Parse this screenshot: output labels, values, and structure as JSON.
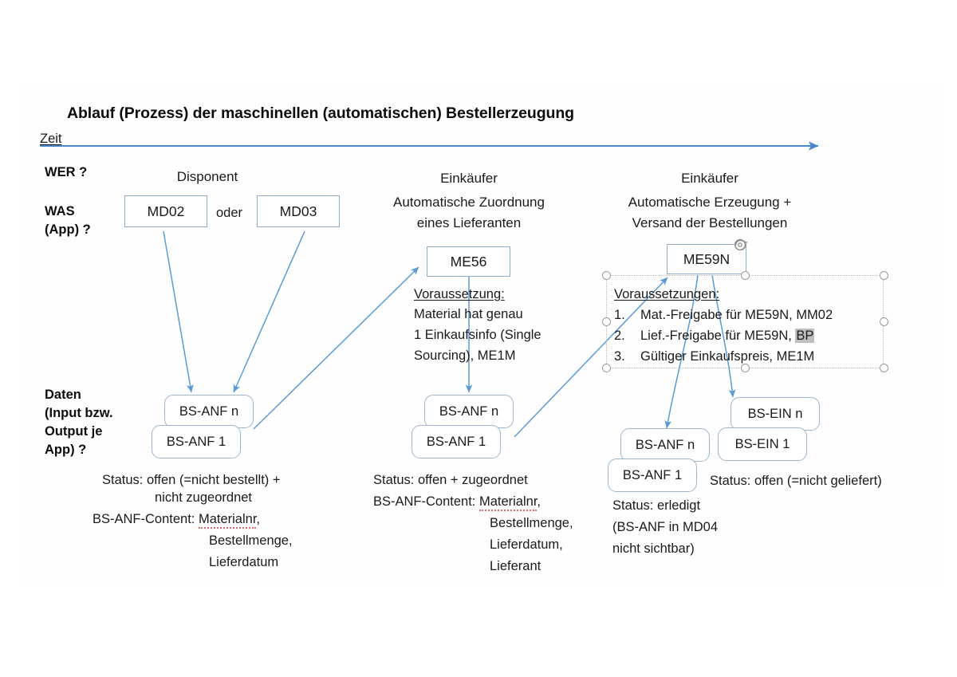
{
  "slide": {
    "title": "Ablauf (Prozess) der maschinellen (automatischen) Bestellerzeugung",
    "timeline_label": "Zeit"
  },
  "row_labels": {
    "who": "WER ?",
    "what_line1": "WAS",
    "what_line2": "(App) ?",
    "data_line1": "Daten",
    "data_line2": "(Input bzw.",
    "data_line3": "Output je",
    "data_line4": "App) ?"
  },
  "columns": [
    {
      "id": "disponent",
      "role": "Disponent",
      "subtitle_lines": [],
      "apps": [
        {
          "label": "MD02"
        },
        {
          "label": "MD03"
        }
      ],
      "connector_label": "oder",
      "data_boxes": [
        {
          "label": "BS-ANF n"
        },
        {
          "label": "BS-ANF 1"
        }
      ],
      "notes": [
        "Status: offen (=nicht bestellt) +",
        "nicht zugeordnet",
        "BS-ANF-Content: Materialnr,",
        "Bestellmenge,",
        "Lieferdatum"
      ]
    },
    {
      "id": "einkaeufer-zuordnung",
      "role": "Einkäufer",
      "subtitle_lines": [
        "Automatische Zuordnung",
        "eines Lieferanten"
      ],
      "apps": [
        {
          "label": "ME56"
        }
      ],
      "precondition_heading": "Voraussetzung:",
      "precondition_lines": [
        "Material hat genau",
        "1 Einkaufsinfo (Single",
        "Sourcing), ME1M"
      ],
      "data_boxes": [
        {
          "label": "BS-ANF n"
        },
        {
          "label": "BS-ANF 1"
        }
      ],
      "notes": [
        "Status: offen + zugeordnet",
        "BS-ANF-Content: Materialnr,",
        "Bestellmenge,",
        "Lieferdatum,",
        "Lieferant"
      ]
    },
    {
      "id": "einkaeufer-erzeugung",
      "role": "Einkäufer",
      "subtitle_lines": [
        "Automatische Erzeugung +",
        "Versand der Bestellungen"
      ],
      "apps": [
        {
          "label": "ME59N"
        }
      ],
      "precondition_heading": "Voraussetzungen:",
      "precondition_items": [
        {
          "num": "1.",
          "text_before": "Mat.-Freigabe für ME59N, MM02",
          "highlight": "",
          "text_after": ""
        },
        {
          "num": "2.",
          "text_before": "Lief.-Freigabe für ME59N, ",
          "highlight": "BP",
          "text_after": ""
        },
        {
          "num": "3.",
          "text_before": "Gültiger Einkaufspreis, ME1M",
          "highlight": "",
          "text_after": ""
        }
      ],
      "data_boxes_left": [
        {
          "label": "BS-ANF n"
        },
        {
          "label": "BS-ANF 1"
        }
      ],
      "data_boxes_right": [
        {
          "label": "BS-EIN n"
        },
        {
          "label": "BS-EIN 1"
        }
      ],
      "notes_left": [
        "Status: erledigt",
        "(BS-ANF in MD04",
        "nicht sichtbar)"
      ],
      "notes_right": [
        "Status: offen (=nicht geliefert)"
      ]
    }
  ],
  "icons": {
    "rotation": "rotation-handle-icon"
  },
  "colors": {
    "arrow_blue": "#5b9bd5",
    "timeline_blue": "#4a86c8",
    "box_border": "#8faecb",
    "rounded_border": "#9cb6d0",
    "selection_gray": "#b9b9b9",
    "handle_gray": "#9a9a9a",
    "highlight_gray": "#bfbfbf",
    "spell_red": "#e06c6c",
    "text": "#1a1a1a"
  }
}
